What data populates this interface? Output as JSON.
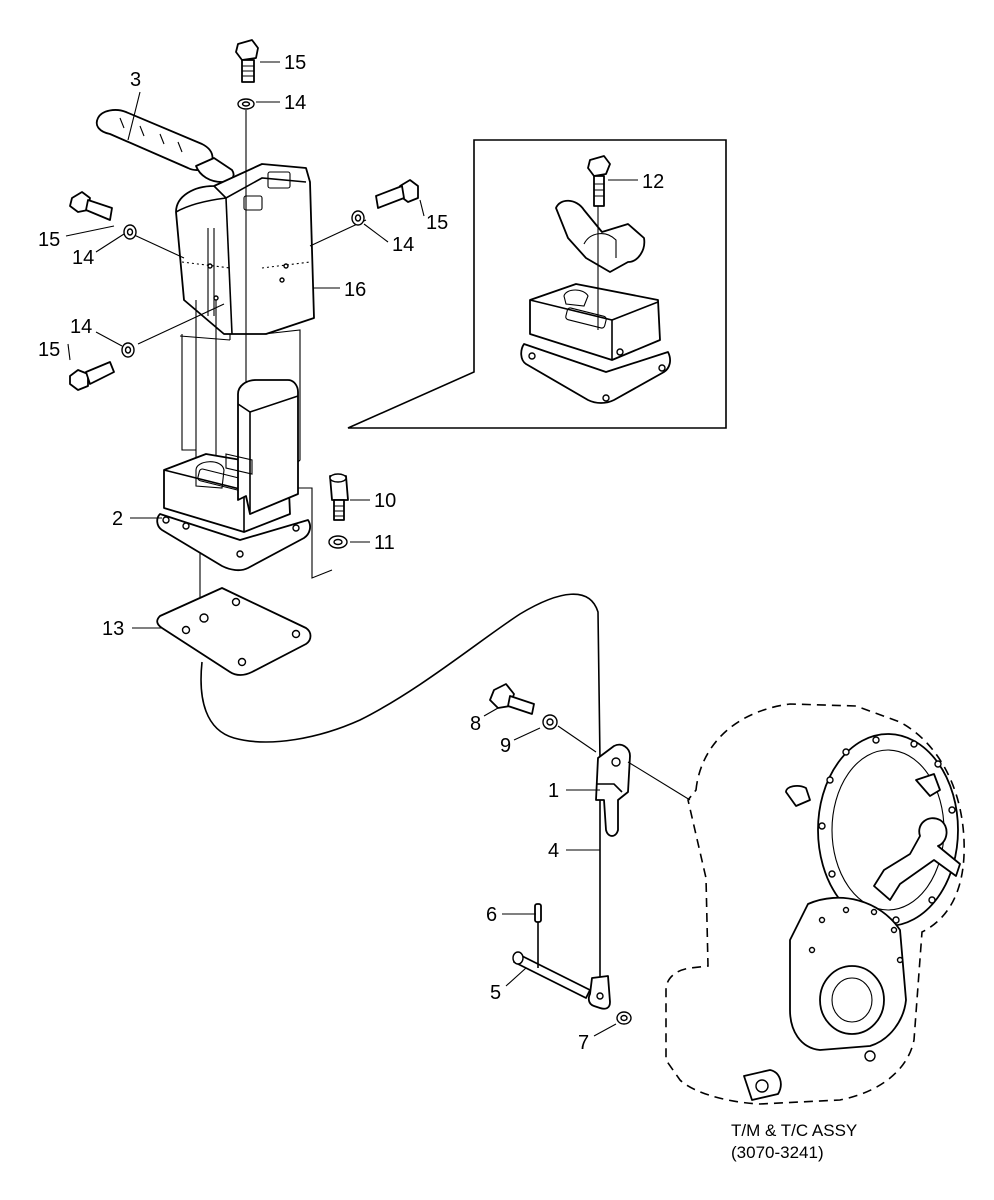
{
  "callouts": {
    "c1": "1",
    "c2": "2",
    "c3": "3",
    "c4": "4",
    "c5": "5",
    "c6": "6",
    "c7": "7",
    "c8": "8",
    "c9": "9",
    "c10": "10",
    "c11": "11",
    "c12": "12",
    "c13": "13",
    "c14": "14",
    "c15": "15",
    "c16": "16"
  },
  "assembly_label": {
    "line1": "T/M & T/C ASSY",
    "line2": "(3070-3241)"
  }
}
